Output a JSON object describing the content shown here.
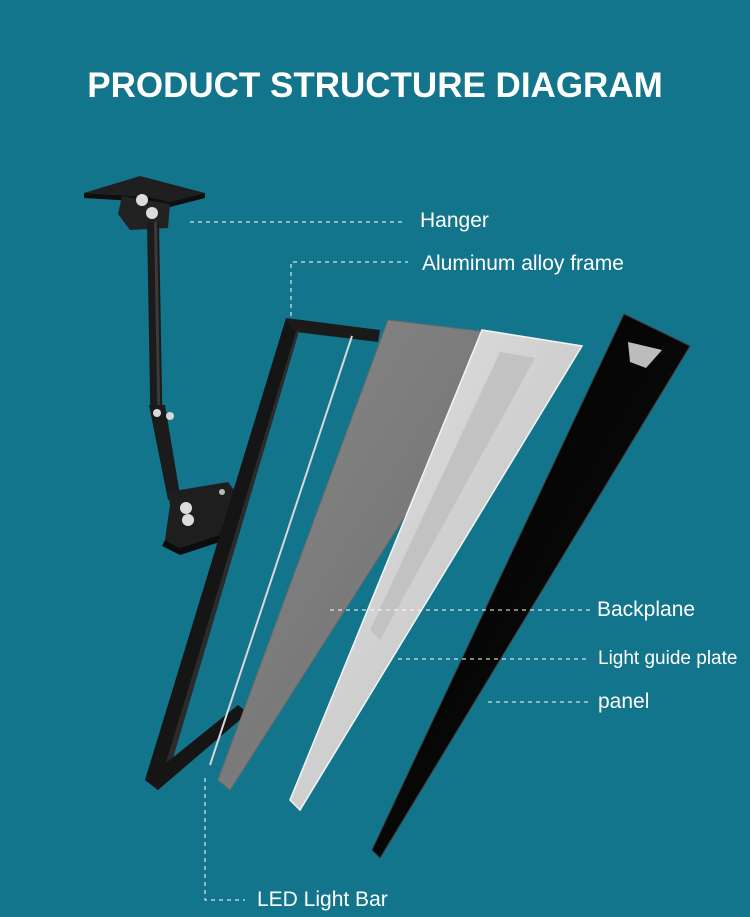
{
  "title": "PRODUCT STRUCTURE DIAGRAM",
  "labels": {
    "hanger": "Hanger",
    "frame": "Aluminum alloy frame",
    "backplane": "Backplane",
    "light_guide": "Light guide plate",
    "panel": "panel",
    "led_bar": "LED Light Bar"
  },
  "colors": {
    "background": "#13758c",
    "text": "#ffffff"
  }
}
